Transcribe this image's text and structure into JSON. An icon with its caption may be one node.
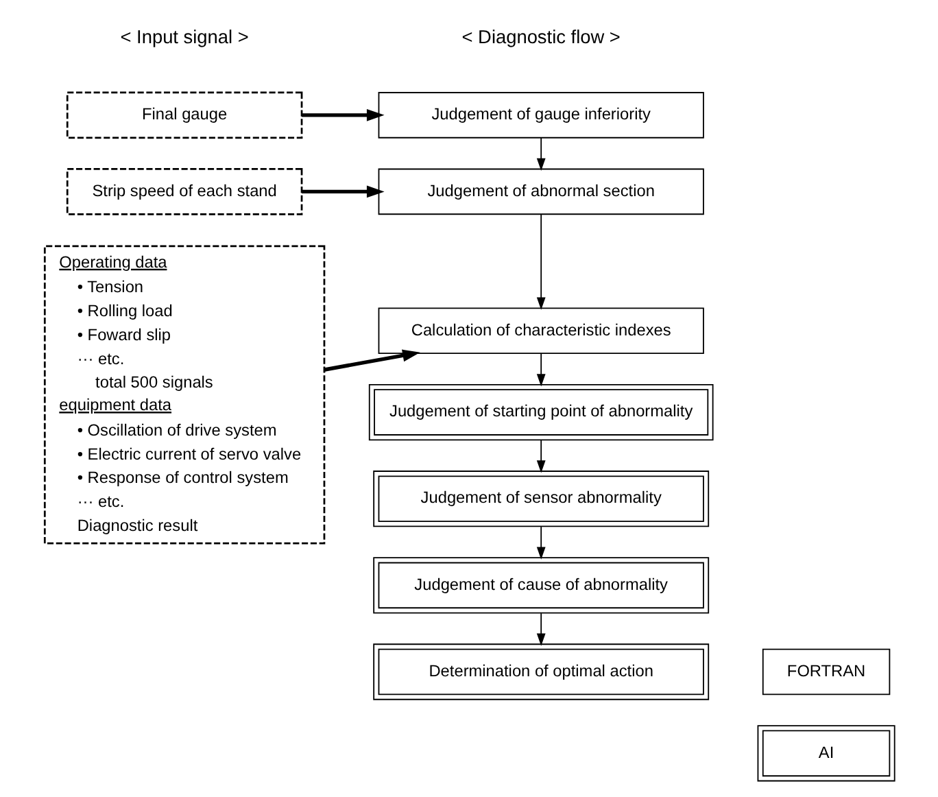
{
  "diagram": {
    "nodes": [
      {
        "text": [
          "Final gauge"
        ]
      },
      {
        "text": [
          "Strip speed of each stand"
        ]
      },
      {
        "text": [
          "Operating data",
          "• Tension",
          "• Rolling load",
          "• Foward slip",
          "··· etc.",
          "total 500 signals",
          "equipment data",
          "• Oscillation of drive system",
          "• Electric current of servo valve",
          "• Response of control system",
          "··· etc.",
          "Diagnostic result"
        ]
      },
      {
        "text": [
          "Judgement of gauge inferiority"
        ]
      },
      {
        "text": [
          "Judgement of abnormal section"
        ]
      },
      {
        "text": [
          "Calculation of characteristic indexes"
        ]
      },
      {
        "text": [
          "Judgement of starting point of abnormality"
        ]
      },
      {
        "text": [
          "Judgement of sensor abnormality"
        ]
      },
      {
        "text": [
          "Judgement of cause of abnormality"
        ]
      },
      {
        "text": [
          "Determination of optimal action"
        ]
      }
    ],
    "edges": [
      {
        "from": 0,
        "to": 3,
        "arrow": "to",
        "style": "thick"
      },
      {
        "from": 1,
        "to": 4,
        "arrow": "to",
        "style": "thick"
      },
      {
        "from": 2,
        "to": 5,
        "arrow": "to",
        "style": "thick"
      },
      {
        "from": 3,
        "to": 4,
        "arrow": "to"
      },
      {
        "from": 4,
        "to": 5,
        "arrow": "to"
      },
      {
        "from": 5,
        "to": 6,
        "arrow": "to"
      },
      {
        "from": 6,
        "to": 7,
        "arrow": "to"
      },
      {
        "from": 7,
        "to": 8,
        "arrow": "to"
      },
      {
        "from": 8,
        "to": 9,
        "arrow": "to"
      }
    ],
    "labels": [
      "< Input signal >",
      "< Diagnostic flow >"
    ],
    "legend": [
      {
        "text": "FORTRAN"
      },
      {
        "text": "AI"
      }
    ]
  }
}
